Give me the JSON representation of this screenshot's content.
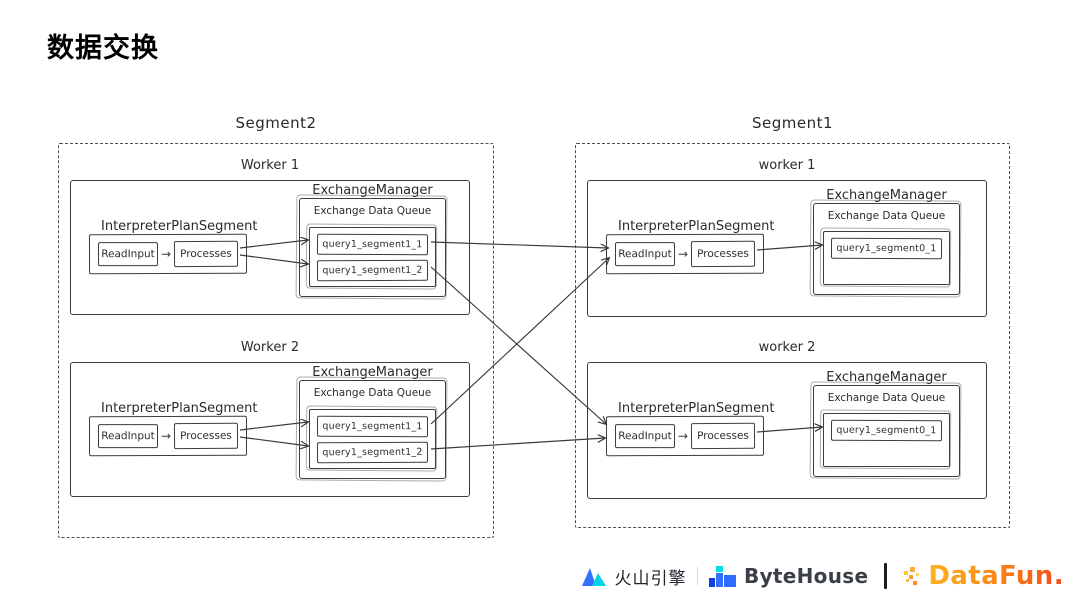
{
  "title": "数据交换",
  "icons": {
    "flow_arrow": "→"
  },
  "diagram": {
    "segments": [
      {
        "label": "Segment2",
        "workers": [
          {
            "label": "Worker 1",
            "ips_title": "InterpreterPlanSegment",
            "read_input": "ReadInput",
            "processes": "Processes",
            "em_title": "ExchangeManager",
            "queue_title": "Exchange Data Queue",
            "queues": [
              "query1_segment1_1",
              "query1_segment1_2"
            ]
          },
          {
            "label": "Worker 2",
            "ips_title": "InterpreterPlanSegment",
            "read_input": "ReadInput",
            "processes": "Processes",
            "em_title": "ExchangeManager",
            "queue_title": "Exchange Data Queue",
            "queues": [
              "query1_segment1_1",
              "query1_segment1_2"
            ]
          }
        ]
      },
      {
        "label": "Segment1",
        "workers": [
          {
            "label": "worker 1",
            "ips_title": "InterpreterPlanSegment",
            "read_input": "ReadInput",
            "processes": "Processes",
            "em_title": "ExchangeManager",
            "queue_title": "Exchange Data Queue",
            "queues": [
              "query1_segment0_1"
            ]
          },
          {
            "label": "worker 2",
            "ips_title": "InterpreterPlanSegment",
            "read_input": "ReadInput",
            "processes": "Processes",
            "em_title": "ExchangeManager",
            "queue_title": "Exchange Data Queue",
            "queues": [
              "query1_segment0_1"
            ]
          }
        ]
      }
    ]
  },
  "footer": {
    "volcengine_label": "火山引擎",
    "bytehouse_label": "ByteHouse",
    "datafun_label": "DataFun.",
    "colors": {
      "volc_blue": "#3370FF",
      "volc_cyan": "#00D5E8",
      "bytehouse_dark_blue": "#0F42D9",
      "bytehouse_blue": "#2E6BFF",
      "bytehouse_cyan": "#00E0E8",
      "datafun_orange": "#FA8C16"
    }
  }
}
